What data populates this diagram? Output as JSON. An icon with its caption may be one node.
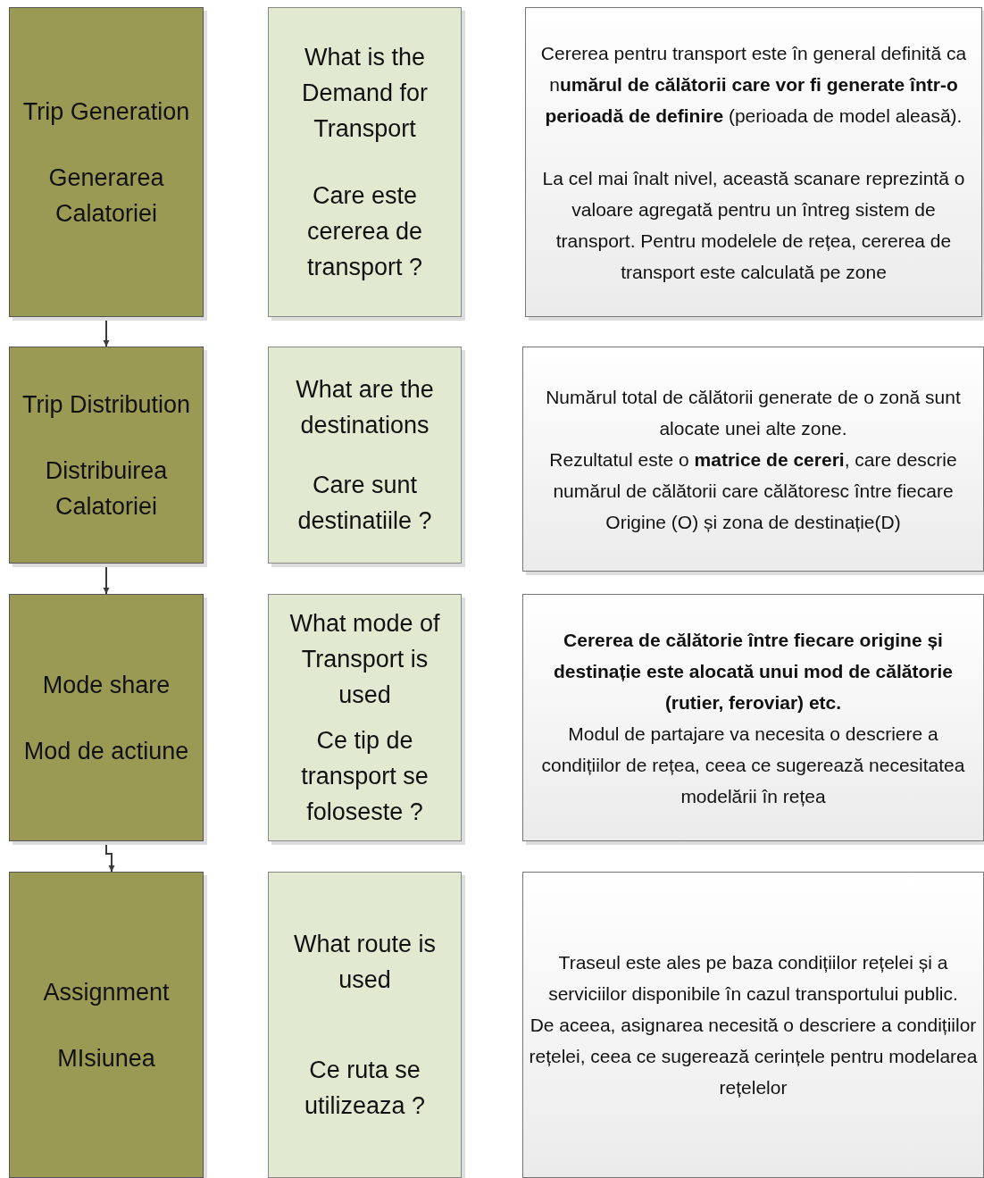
{
  "diagram": {
    "nodes": [
      {
        "text": [
          "Trip Generation",
          "Generarea Calatoriei"
        ]
      },
      {
        "text": [
          "What is the Demand for Transport",
          "Care este cererea de transport ?"
        ]
      },
      {
        "text": [
          "Cererea pentru transport este în general definită ca n**umărul de călătorii care vor fi generate într-o perioadă de definire** (perioada de model aleasă).",
          "La cel mai înalt nivel, această scanare reprezintă o valoare agregată pentru un întreg sistem de transport. Pentru modelele de rețea, cererea de transport este calculată pe zone"
        ]
      },
      {
        "text": [
          "Trip Distribution",
          "Distribuirea Calatoriei"
        ]
      },
      {
        "text": [
          "What are the destinations",
          "Care sunt destinatiile ?"
        ]
      },
      {
        "text": [
          "Numărul total de călătorii generate de o zonă sunt alocate unei alte zone.",
          "Rezultatul este o **matrice de cereri**, care descrie numărul de călătorii care călătoresc între fiecare Origine (O) și zona de destinație(D)"
        ]
      },
      {
        "text": [
          "Mode share",
          "Mod de actiune"
        ]
      },
      {
        "text": [
          "What mode of Transport  is used",
          "Ce tip de transport se foloseste ?"
        ]
      },
      {
        "text": [
          "**Cererea de călătorie între fiecare origine și destinație este alocată unui mod de călătorie (rutier, feroviar) etc.**",
          "Modul de partajare va necesita o descriere a condițiilor de rețea, ceea ce sugerează necesitatea modelării în rețea"
        ]
      },
      {
        "text": [
          "Assignment",
          "MIsiunea"
        ]
      },
      {
        "text": [
          "What route is used",
          "Ce ruta se utilizeaza ?"
        ]
      },
      {
        "text": [
          "Traseul este ales pe baza condițiilor rețelei și a serviciilor disponibile în cazul transportului public.",
          "De aceea, asignarea necesită o descriere a condițiilor rețelei, ceea ce sugerează cerințele pentru modelarea rețelelor"
        ]
      }
    ],
    "edges": [
      {
        "from": 0,
        "to": 3,
        "arrow": "to"
      },
      {
        "from": 3,
        "to": 6,
        "arrow": "to"
      },
      {
        "from": 6,
        "to": 9,
        "arrow": "to"
      }
    ]
  }
}
